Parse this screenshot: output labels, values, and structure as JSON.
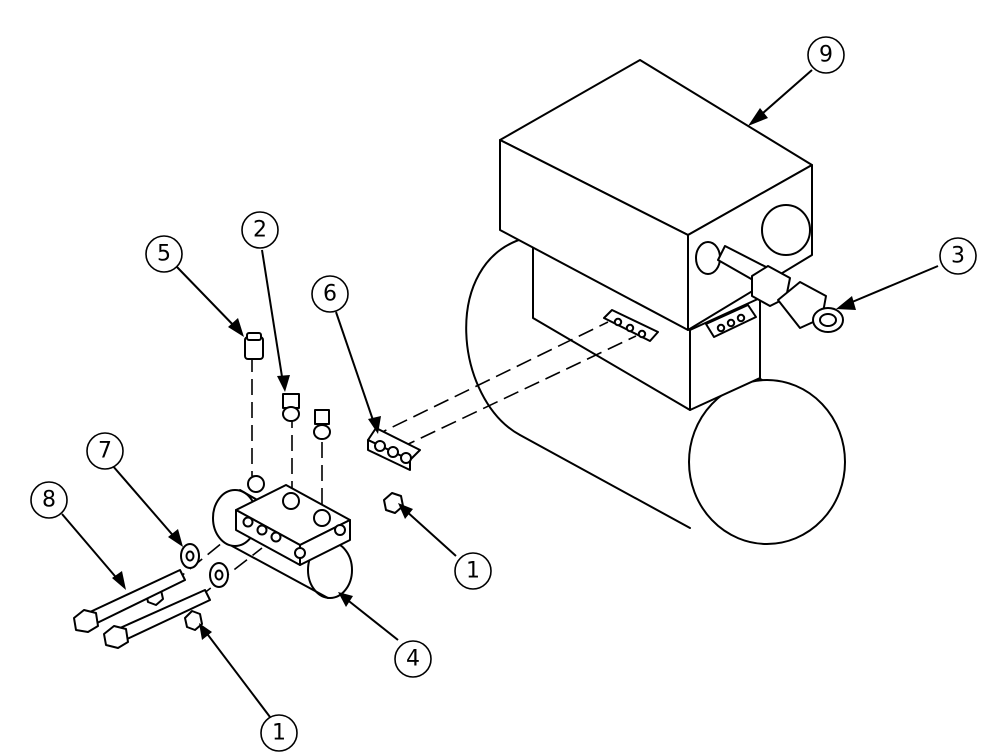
{
  "balloons": {
    "b1a": "1",
    "b1b": "1",
    "b2": "2",
    "b3": "3",
    "b4": "4",
    "b5": "5",
    "b6": "6",
    "b7": "7",
    "b8": "8",
    "b9": "9"
  }
}
